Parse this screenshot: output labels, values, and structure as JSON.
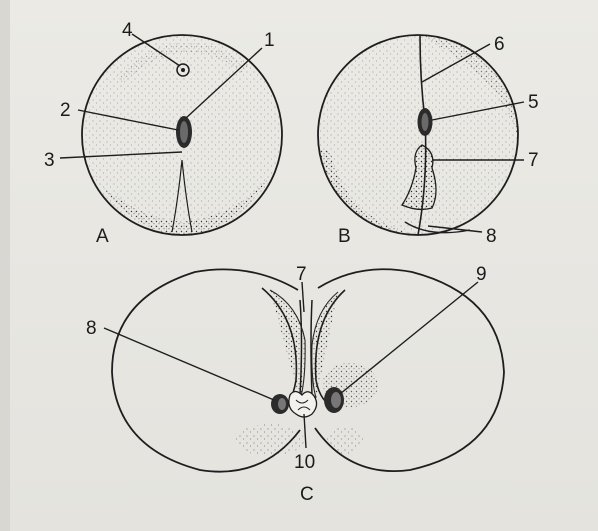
{
  "figure": {
    "panels": [
      {
        "letter": "A"
      },
      {
        "letter": "B"
      },
      {
        "letter": "C"
      }
    ],
    "callouts": [
      "1",
      "2",
      "3",
      "4",
      "5",
      "6",
      "7",
      "8",
      "7",
      "8",
      "9",
      "10"
    ]
  },
  "colors": {
    "ink": "#1e1e1e",
    "paper": "#ebeae5"
  }
}
